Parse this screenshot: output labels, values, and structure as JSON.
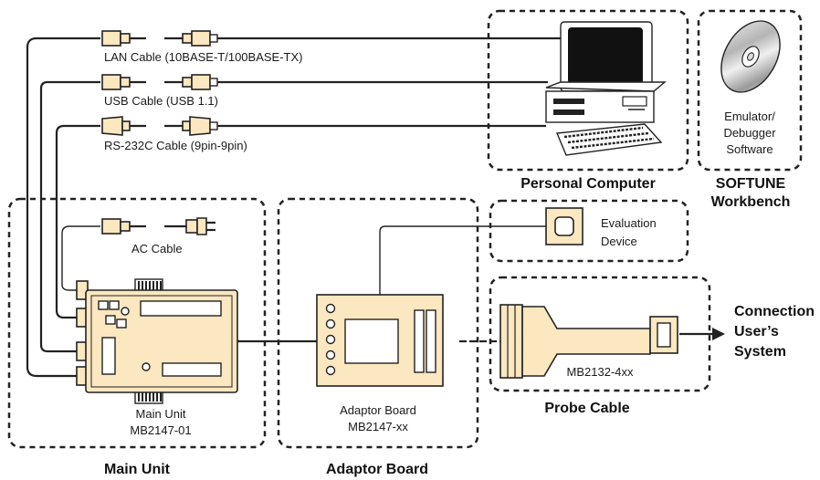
{
  "labels": {
    "lan_cable": "LAN Cable (10BASE-T/100BASE-TX)",
    "usb_cable": "USB Cable (USB 1.1)",
    "rs232c_cable": "RS-232C Cable (9pin-9pin)",
    "ac_cable": "AC Cable",
    "main_unit_line1": "Main Unit",
    "main_unit_line2": "MB2147-01",
    "adaptor_board_line1": "Adaptor Board",
    "adaptor_board_line2": "MB2147-xx",
    "evaluation_line1": "Evaluation",
    "evaluation_line2": "Device",
    "probe_model": "MB2132-4xx",
    "software_line1": "Emulator/",
    "software_line2": "Debugger",
    "software_line3": "Software",
    "connection_line1": "Connection",
    "connection_line2": "User’s",
    "connection_line3": "System"
  },
  "groups": {
    "personal_computer": "Personal Computer",
    "softune_line1": "SOFTUNE",
    "softune_line2": "Workbench",
    "main_unit": "Main Unit",
    "adaptor_board": "Adaptor Board",
    "probe_cable": "Probe Cable"
  },
  "colors": {
    "component_fill": "#fbe7c0",
    "outline": "#222222"
  }
}
